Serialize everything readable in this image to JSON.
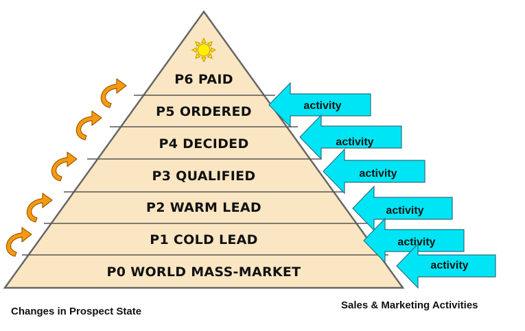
{
  "pyramid": {
    "levels": [
      {
        "label": "P0  WORLD MASS-MARKET"
      },
      {
        "label": "P1  COLD LEAD"
      },
      {
        "label": "P2  WARM LEAD"
      },
      {
        "label": "P3  QUALIFIED"
      },
      {
        "label": "P4  DECIDED"
      },
      {
        "label": "P5 ORDERED"
      },
      {
        "label": "P6  PAID"
      }
    ],
    "top_icon": "sun-icon"
  },
  "activities": [
    {
      "label": "activity"
    },
    {
      "label": "activity"
    },
    {
      "label": "activity"
    },
    {
      "label": "activity"
    },
    {
      "label": "activity"
    },
    {
      "label": "activity"
    }
  ],
  "captions": {
    "left": "Changes in Prospect State",
    "right": "Sales & Marketing Activities"
  },
  "colors": {
    "pyramid_fill": "#fbe6c3",
    "pyramid_stroke": "#666666",
    "arrow_fill": "#00e5f5",
    "arrow_stroke": "#2a6f7f",
    "curve_arrow_fill": "#f59a12",
    "curve_arrow_stroke": "#a05a00",
    "sun_fill": "#ffee00",
    "sun_stroke": "#c8a000"
  }
}
